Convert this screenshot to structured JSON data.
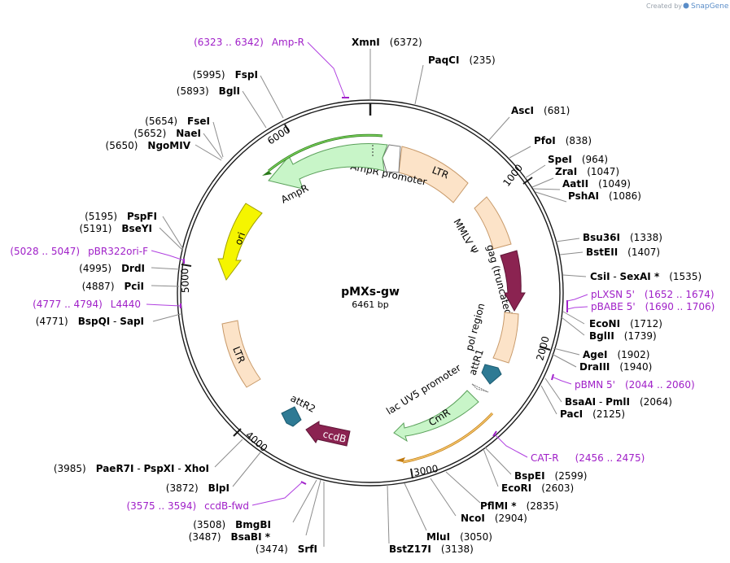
{
  "header": {
    "created_by": "Created by",
    "brand": "SnapGene"
  },
  "plasmid": {
    "name": "pMXs-gw",
    "length": "6461 bp"
  },
  "colors": {
    "backbone": "#1a1a1a",
    "primer": "#a020c8",
    "ltr": "#fce3c8",
    "ampr": "#c8f5c8",
    "ori": "#f5f500",
    "gag": "#8b2351",
    "att": "#2e7a94",
    "ccdb": "#8b2351",
    "cmr": "#c8f5c8",
    "promoter": "#ffffff"
  },
  "tick_labels": {
    "t1000": "1000",
    "t2000": "2000",
    "t3000": "3000",
    "t4000": "4000",
    "t5000": "5000",
    "t6000": "6000"
  },
  "enzymes": {
    "xmni": {
      "name": "XmnI",
      "pos": "(6372)"
    },
    "paqci": {
      "name": "PaqCI",
      "pos": "(235)"
    },
    "asci": {
      "name": "AscI",
      "pos": "(681)"
    },
    "pfoi": {
      "name": "PfoI",
      "pos": "(838)"
    },
    "spei": {
      "name": "SpeI",
      "pos": "(964)"
    },
    "zrai": {
      "name": "ZraI",
      "pos": "(1047)"
    },
    "aatii": {
      "name": "AatII",
      "pos": "(1049)"
    },
    "pshai": {
      "name": "PshAI",
      "pos": "(1086)"
    },
    "bsu36i": {
      "name": "Bsu36I",
      "pos": "(1338)"
    },
    "bsteii": {
      "name": "BstEII",
      "pos": "(1407)"
    },
    "csii": {
      "name": "CsiI",
      "sep": " - ",
      "name2": "SexAI *",
      "pos": "(1535)"
    },
    "econi": {
      "name": "EcoNI",
      "pos": "(1712)"
    },
    "bglii": {
      "name": "BglII",
      "pos": "(1739)"
    },
    "agei": {
      "name": "AgeI",
      "pos": "(1902)"
    },
    "draiii": {
      "name": "DraIII",
      "pos": "(1940)"
    },
    "bsaai": {
      "name": "BsaAI",
      "sep": " - ",
      "name2": "PmlI",
      "pos": "(2064)"
    },
    "paci": {
      "name": "PacI",
      "pos": "(2125)"
    },
    "bspei": {
      "name": "BspEI",
      "pos": "(2599)"
    },
    "ecori": {
      "name": "EcoRI",
      "pos": "(2603)"
    },
    "pflmi": {
      "name": "PflMI *",
      "pos": "(2835)"
    },
    "ncoi": {
      "name": "NcoI",
      "pos": "(2904)"
    },
    "mlui": {
      "name": "MluI",
      "pos": "(3050)"
    },
    "bstz17i": {
      "name": "BstZ17I",
      "pos": "(3138)"
    },
    "srfi": {
      "name": "SrfI",
      "pos": "(3474)"
    },
    "bsabi": {
      "name": "BsaBI *",
      "pos": "(3487)"
    },
    "bmgbi": {
      "name": "BmgBI",
      "pos": "(3508)"
    },
    "blpi": {
      "name": "BlpI",
      "pos": "(3872)"
    },
    "paer7i": {
      "name": "PaeR7I",
      "sep": " - ",
      "name2": "PspXI",
      "sep2": " - ",
      "name3": "XhoI",
      "pos": "(3985)"
    },
    "bspqi": {
      "name": "BspQI",
      "sep": " - ",
      "name2": "SapI",
      "pos": "(4771)"
    },
    "pcii": {
      "name": "PciI",
      "pos": "(4887)"
    },
    "drdi": {
      "name": "DrdI",
      "pos": "(4995)"
    },
    "bseyi": {
      "name": "BseYI",
      "pos": "(5191)"
    },
    "pspfi": {
      "name": "PspFI",
      "pos": "(5195)"
    },
    "ngomiv": {
      "name": "NgoMIV",
      "pos": "(5650)"
    },
    "naei": {
      "name": "NaeI",
      "pos": "(5652)"
    },
    "fsei": {
      "name": "FseI",
      "pos": "(5654)"
    },
    "bgli": {
      "name": "BglI",
      "pos": "(5893)"
    },
    "fspi": {
      "name": "FspI",
      "pos": "(5995)"
    }
  },
  "primers": {
    "ampr": {
      "name": "Amp-R",
      "range": "(6323 .. 6342)"
    },
    "plxsn": {
      "name": "pLXSN 5'",
      "range": "(1652 .. 1674)"
    },
    "pbabe": {
      "name": "pBABE 5'",
      "range": "(1690 .. 1706)"
    },
    "pbmn": {
      "name": "pBMN 5'",
      "range": "(2044 .. 2060)"
    },
    "catr": {
      "name": "CAT-R",
      "range": "(2456 .. 2475)"
    },
    "ccdbfwd": {
      "name": "ccdB-fwd",
      "range": "(3575 .. 3594)"
    },
    "l4440": {
      "name": "L4440",
      "range": "(4777 .. 4794)"
    },
    "pbr322": {
      "name": "pBR322ori-F",
      "range": "(5028 .. 5047)"
    }
  },
  "features": {
    "ltr1": "LTR",
    "ampr_promoter": "AmpR promoter",
    "ampr": "AmpR",
    "mmlv": "MMLV Ψ",
    "gag": "gag (truncated)",
    "pol": "pol region",
    "attr1": "attR1",
    "lacuv5": "lac UV5 promoter",
    "cmr": "CmR",
    "ori": "ori",
    "ltr2": "LTR",
    "attr2": "attR2",
    "ccdb": "ccdB"
  }
}
